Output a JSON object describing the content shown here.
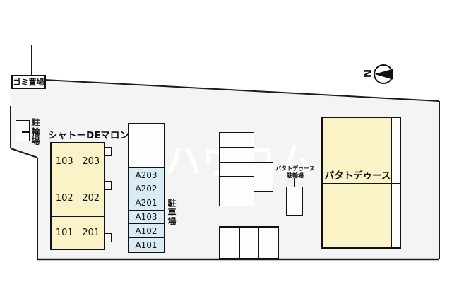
{
  "watermark": {
    "text": "ハウコム"
  },
  "compass": {
    "letter": "N"
  },
  "labels": {
    "garbage": "ゴミ置場",
    "bicycle_left": "駐輪場",
    "parking_lot": "駐車場"
  },
  "building_a": {
    "name": "シャトーDEマロン",
    "rows": [
      {
        "left": "103",
        "right": "203"
      },
      {
        "left": "102",
        "right": "202"
      },
      {
        "left": "101",
        "right": "201"
      }
    ]
  },
  "parking": {
    "spaces": [
      "A203",
      "A202",
      "A201",
      "A103",
      "A102",
      "A101"
    ],
    "unlabeled_stalls": 3
  },
  "building_b": {
    "name": "パタトデゥース",
    "bike_label_line1": "パタトデゥース",
    "bike_label_line2": "駐輪場"
  },
  "colors": {
    "building_fill": "#FAF3C8",
    "parking_space_fill": "#D9EBF5",
    "site_fill": "#F4F4F4",
    "line": "#1A1A1A"
  }
}
